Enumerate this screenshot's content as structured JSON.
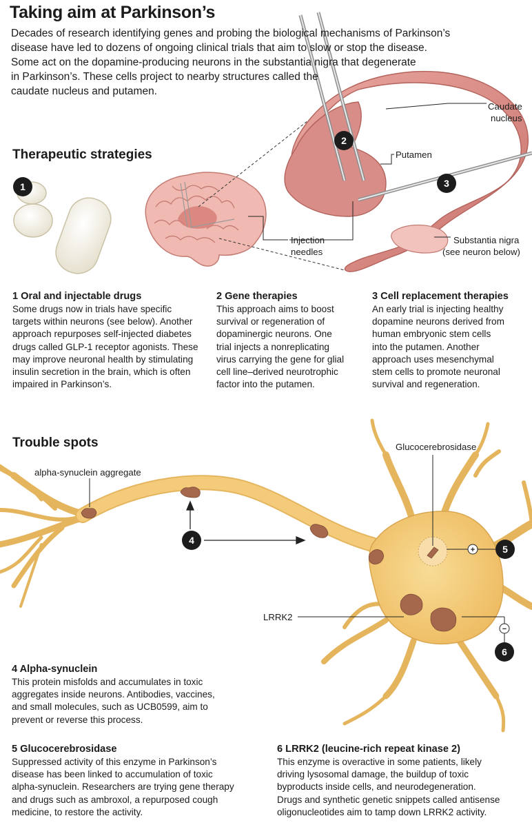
{
  "header": {
    "title": "Taking aim at Parkinson’s",
    "intro_lines": [
      "Decades of research identifying genes and probing the biological mechanisms of Parkinson’s",
      "disease have led to dozens of ongoing clinical trials that aim to slow or stop the disease.",
      "Some act on the dopamine-producing neurons in the substantia nigra that degenerate",
      "in Parkinson’s. These cells project to nearby structures called the",
      "caudate nucleus and putamen."
    ]
  },
  "strategies": {
    "heading": "Therapeutic strategies",
    "markers": [
      "1",
      "2",
      "3"
    ],
    "labels": {
      "caudate": [
        "Caudate",
        "nucleus"
      ],
      "putamen": "Putamen",
      "injection": [
        "Injection",
        "needles"
      ],
      "substantia": [
        "Substantia nigra",
        "(see neuron below)"
      ]
    },
    "items": [
      {
        "title": "1  Oral and injectable drugs",
        "lines": [
          "Some drugs now in trials have specific",
          "targets within neurons (see below). Another",
          "approach repurposes self-injected diabetes",
          "drugs called GLP-1 receptor agonists. These",
          "may improve neuronal health by stimulating",
          "insulin secretion in the brain, which is often",
          "impaired in Parkinson’s."
        ]
      },
      {
        "title": "2  Gene therapies",
        "lines": [
          "This approach aims to boost",
          "survival or regeneration of",
          "dopaminergic neurons. One",
          "trial injects a nonreplicating",
          "virus carrying the gene for glial",
          "cell line–derived neurotrophic",
          "factor into the putamen."
        ]
      },
      {
        "title": "3  Cell replacement therapies",
        "lines": [
          "An early trial is  injecting healthy",
          "dopamine neurons derived from",
          "human embryonic stem cells",
          "into the putamen. Another",
          "approach uses mesenchymal",
          "stem cells to promote neuronal",
          "survival and regeneration."
        ]
      }
    ]
  },
  "trouble": {
    "heading": "Trouble spots",
    "markers": [
      "4",
      "5",
      "6"
    ],
    "signs": {
      "plus": "+",
      "minus": "−"
    },
    "labels": {
      "aggregate": "alpha-synuclein aggregate",
      "gcase": "Glucocerebrosidase",
      "lrrk2": "LRRK2"
    },
    "items": [
      {
        "title": "4  Alpha-synuclein",
        "lines": [
          "This protein misfolds and accumulates in toxic",
          "aggregates inside neurons. Antibodies, vaccines,",
          "and small molecules, such as UCB0599, aim to",
          "prevent or reverse this process."
        ]
      },
      {
        "title": "5  Glucocerebrosidase",
        "lines": [
          "Suppressed activity of this enzyme in Parkinson’s",
          "disease has been linked to accumulation of toxic",
          "alpha-synuclein. Researchers are trying gene therapy",
          "and drugs such as ambroxol, a repurposed cough",
          "medicine, to restore the activity."
        ]
      },
      {
        "title": "6  LRRK2 (leucine-rich repeat kinase 2)",
        "lines": [
          "This enzyme is overactive in some patients, likely",
          "driving lysosomal damage, the buildup of toxic",
          "byproducts inside cells, and neurodegeneration.",
          "Drugs and synthetic genetic snippets called antisense",
          "oligonucleotides aim to tamp down LRRK2 activity."
        ]
      }
    ]
  },
  "colors": {
    "brain_pink": "#d98d88",
    "brain_light": "#f1c3bc",
    "neuron": "#f3cb7a",
    "neuron_edge": "#b8873a",
    "aggregate": "#a5684d",
    "marker": "#1c1c1c"
  }
}
